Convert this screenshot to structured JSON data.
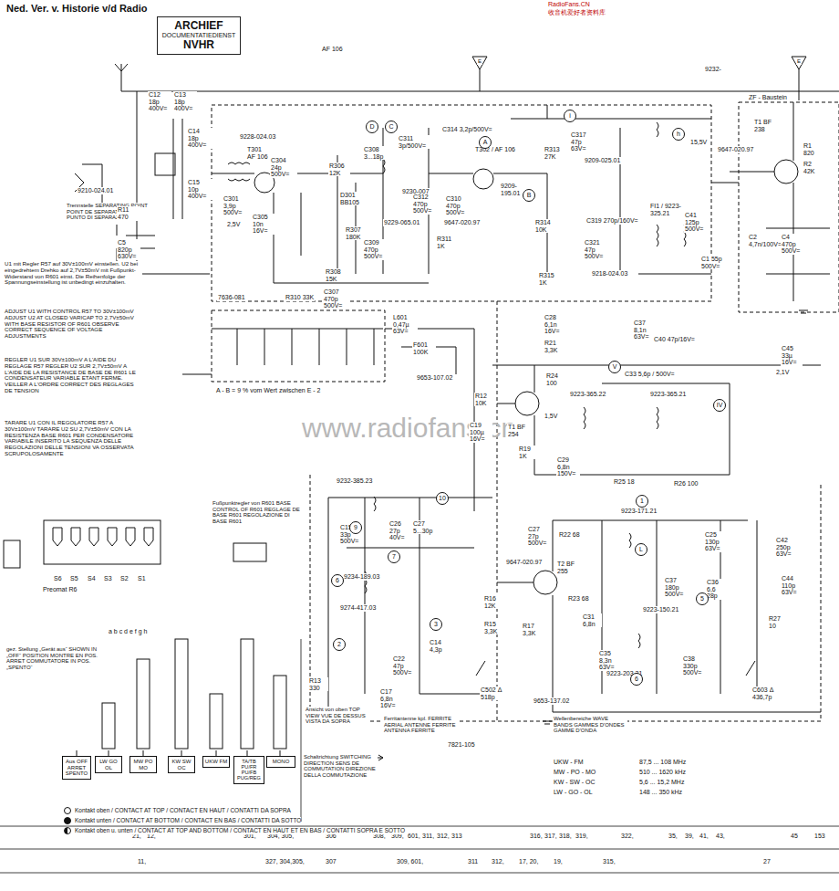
{
  "diagram": {
    "nodes": [
      {
        "text": [
          "ARCHIEF",
          "DOCUMENTATIEDIENST",
          "NVHR"
        ]
      },
      {
        "text": [
          "Aus OFF ARRET SPENTO"
        ]
      },
      {
        "text": [
          "LW GO OL"
        ]
      },
      {
        "text": [
          "MW PO MO"
        ]
      },
      {
        "text": [
          "KW SW OC"
        ]
      },
      {
        "text": [
          "UKW FM"
        ]
      },
      {
        "text": [
          "TA/TB PU/FR PU/FB PUG/REG"
        ]
      },
      {
        "text": [
          "MONO"
        ]
      },
      {
        "text": [
          "D"
        ]
      },
      {
        "text": [
          "C"
        ]
      },
      {
        "text": [
          "A"
        ]
      },
      {
        "text": [
          "B"
        ]
      },
      {
        "text": [
          "i"
        ]
      },
      {
        "text": [
          "h"
        ]
      },
      {
        "text": [
          "V"
        ]
      },
      {
        "text": [
          "IV"
        ]
      },
      {
        "text": [
          "10"
        ]
      },
      {
        "text": [
          "9"
        ]
      },
      {
        "text": [
          "7"
        ]
      },
      {
        "text": [
          "6"
        ]
      },
      {
        "text": [
          "2"
        ]
      },
      {
        "text": [
          "3"
        ]
      },
      {
        "text": [
          "1"
        ]
      },
      {
        "text": [
          "L"
        ]
      },
      {
        "text": [
          "5"
        ]
      },
      {
        "text": [
          "6"
        ]
      }
    ],
    "labels": [
      "Ned. Ver. v. Historie v/d Radio",
      "RadioFans.CN",
      "收音机爱好者资料库",
      "www.radiofans.cn",
      "AF 106",
      "9232-",
      "T301",
      "AF 106",
      "T302 / AF 106",
      "C12 18p 400V=",
      "C13 18p 400V=",
      "9210-024.01",
      "Trennstelle SEPARATING POINT POINT DE SEPARATION PUNTO DI SEPARAZIONE",
      "C14 18p 400V=",
      "C15 10p 400V=",
      "R11 470",
      "C5 820p 630V=",
      "U1 mit Regler R57 auf 30V±100mV einstellen. U2 bei eingedrehtem Drehko auf 2,7V±50mV mit Fußpunkt-Widerstand von R601 einst. Die Reihenfolge der Spannungseinstellung ist unbedingt einzuhalten.",
      "ADJUST U1 WITH CONTROL R57 TO 30V±100mV ADJUST U2 AT CLOSED VARICAP TO 2,7V±50mV WITH BASE RESISTOR OF R601 OBSERVE CORRECT SEQUENCE OF VOLTAGE ADJUSTMENTS",
      "REGLER U1 SUR 30V±100mV A L'AIDE DU REGLAGE R57 REGLER U2 SUR 2,7V±50mV A L'AIDE DE LA RESISTANCE DE BASE DE R601 LE CONDENSATEUR VARIABLE ETANT FERME. VEILLER A L'ORDRE CORRECT DES REGLAGES DE TENSION",
      "TARARE U1 CON IL REGOLATORE R57 A 30V±100mV TARARE U2 SU 2,7V±50mV CON LA RESISTENZA BASE R601 PER CONDENSATORE VARIABILE INSERITO LA SEQUENZA DELLE REGOLAZIONI DELLE TENSIONI VA OSSERVATA SCRUPOLOSAMENTE",
      "9228-024.03",
      "C304 24p 500V=",
      "C301 3,9p 500V=",
      "C305 10n 16V=",
      "2,5V",
      "R306 12K",
      "D301 BB105",
      "C308 3...18p",
      "C311 3p/500V=",
      "9230-007",
      "C312 470p 500V=",
      "9229-065.01",
      "R307 180K",
      "C309 470p 500V=",
      "R311 1K",
      "R308 15K",
      "C307 470p 500V=",
      "R310 33K",
      "7636-081",
      "C314 3,2p/500V=",
      "C310 470p 500V=",
      "9647-020.97",
      "9209-195.01",
      "C317 47p 63V=",
      "9209-025.01",
      "R313 27K",
      "R314 10K",
      "C319 270p/160V=",
      "C321 47p 500V=",
      "R315 1K",
      "9218-024.03",
      "15,5V",
      "FI1 / 9223-325.21",
      "C41 125p 500V=",
      "C1 55p 500V=",
      "ZF - Baustein",
      "T1 BF 238",
      "R1 820",
      "R2 42K",
      "9647-020.97",
      "C2 4,7n/100V=",
      "C4 470p 500V=",
      "C37 8,1n 63V=",
      "C40 47p/16V=",
      "C45 33µ 16V=",
      "2,1V",
      "C28 6,1n 16V=",
      "R21 3,3K",
      "L601 0,47µ 63V=",
      "F601 100K",
      "9653-107.02",
      "A - B = 9 % vom Wert zwischen E - 2",
      "T1 BF 254",
      "R24 100",
      "C33 5,6p / 500V=",
      "9223-365.22",
      "9223-365.21",
      "R12 10K",
      "C19 100µ 16V=",
      "R19 1K",
      "C29 6,8n 150V=",
      "R25 18",
      "R26 100",
      "1,5V",
      "9232-385.23",
      "C15 33p 500V=",
      "C26 27p 40V=",
      "C27 5...30p",
      "9234-189.03",
      "9274-417.03",
      "C22 47p 500V=",
      "C14 4,3p",
      "R13 330",
      "C17 6,8n 16V=",
      "C502 Δ 518p",
      "T2 BF 255",
      "9647-020.97",
      "C27 27p 500V=",
      "R22 68",
      "R23 68",
      "R16 12K",
      "R15 3,3K",
      "R17 3,3K",
      "C31 6,8n",
      "C35 8,3n 63V=",
      "9223-171.21",
      "C25 130p 63V=",
      "C42 250p 63V=",
      "C37 180p 500V=",
      "C36 6,6 28p",
      "9223-150.21",
      "C38 330p 500V=",
      "9223-203.21",
      "R27 10",
      "C44 110p 63V=",
      "C603 Δ 436,7p",
      "9653-137.02",
      "Fußpunktregler von R601 BASE CONTROL OF R601 REGLAGE DE BASE R601 REGOLAZIONE DI BASE R601",
      "Preomat R6",
      "S6",
      "S5",
      "S4",
      "S3",
      "S2",
      "S1",
      "gez. Stellung „Gerät aus“ SHOWN IN „OFF“ POSITION MONTRE EN POS. ARRET COMMUTATORE IN POS. „SPENTO“",
      "a b c d e f g h",
      "Ansicht von oben TOP VIEW VUE DE DESSUS VISTA DA SOPRA",
      "Schaltrichtung SWITCHING DIRECTION SENS DE COMMUTATION DIREZIONE DELLA COMMUTAZIONE",
      "Ferritantenne kpl. FERRITE AERIAL ANTENNE FERRITE ANTENNA FERRITE",
      "7821-105",
      "Wellenbereiche WAVE BANDS GAMMES D'ONDES GAMME D'ONDA",
      "UKW - FM",
      "87,5 ... 108 MHz",
      "MW - PO - MO",
      "510 ... 1620 kHz",
      "KW - SW - OC",
      "5,6 ... 15,2 MHz",
      "LW - GO - OL",
      "148 ... 350 kHz",
      "21,",
      "12,",
      "301,",
      "304, 305,",
      "306",
      "308,",
      "309,",
      "601,",
      "311,",
      "312,",
      "313",
      "316,",
      "317,",
      "318,",
      "319,",
      "322,",
      "35,",
      "39,",
      "41,",
      "43,",
      "45",
      "153",
      "11,",
      "327, 304,305,",
      "307",
      "309, 601,",
      "311",
      "312,",
      "17, 20,",
      "19,",
      "315,",
      "27",
      "E",
      "E"
    ],
    "legend": [
      {
        "text": "Kontakt oben / CONTACT AT TOP / CONTACT EN HAUT / CONTATTI DA SOPRA"
      },
      {
        "text": "Kontakt unten / CONTACT AT BOTTOM / CONTACT EN BAS / CONTATTI DA SOTTO"
      },
      {
        "text": "Kontakt oben u. unten / CONTACT AT TOP AND BOTTOM / CONTACT EN HAUT ET EN BAS / CONTATTI SOPRA E SOTTO"
      }
    ]
  }
}
